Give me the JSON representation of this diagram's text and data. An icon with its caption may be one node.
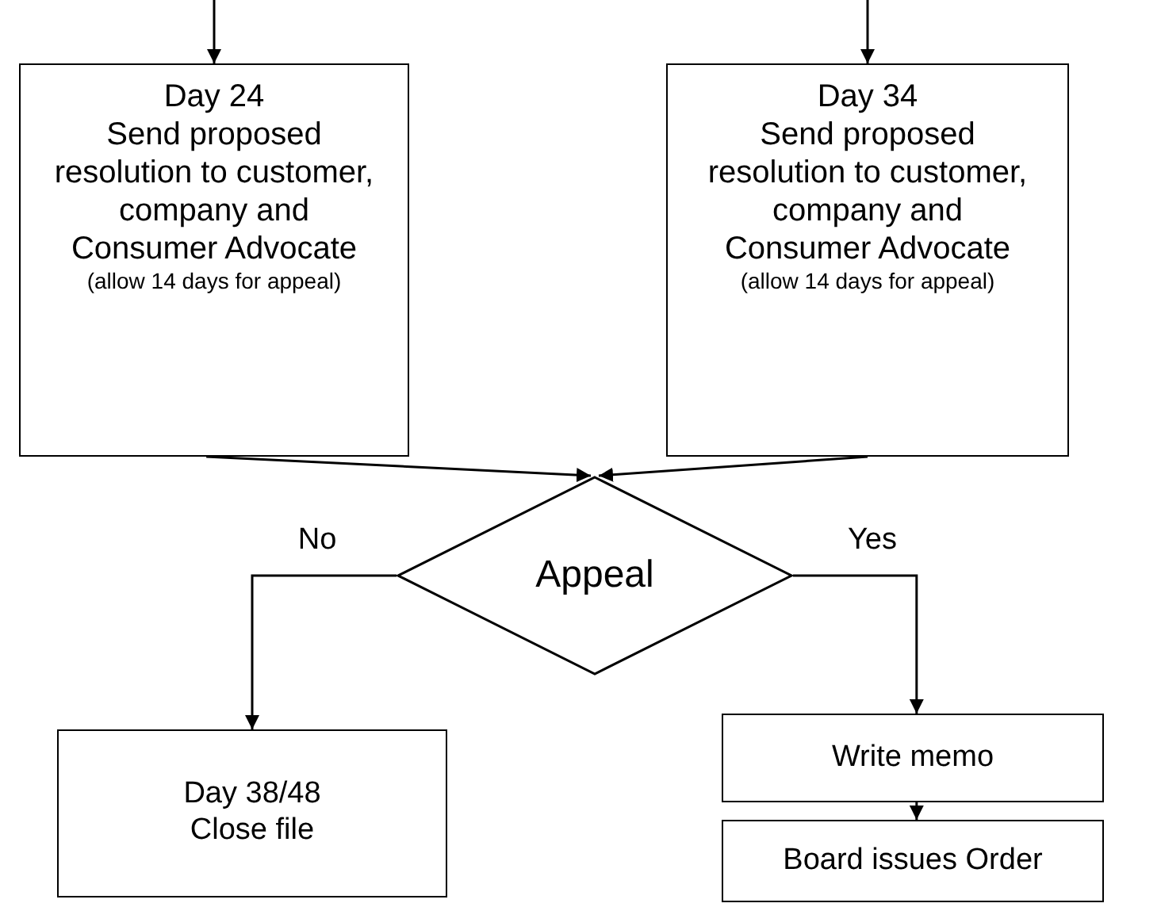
{
  "diagram": {
    "nodes": [
      {
        "text": [
          "Day 24",
          "Send proposed resolution to customer, company and Consumer Advocate",
          "(allow 14 days for appeal)"
        ]
      },
      {
        "text": [
          "Day 34",
          "Send proposed resolution to customer, company and Consumer Advocate",
          "(allow 14 days for appeal)"
        ]
      },
      {
        "text": [
          "Appeal"
        ]
      },
      {
        "text": [
          "Day 38/48",
          "Close file"
        ]
      },
      {
        "text": [
          "Write memo"
        ]
      },
      {
        "text": [
          "Board issues Order"
        ]
      }
    ],
    "edges": [
      {
        "from": null,
        "to": 0,
        "arrow": "to"
      },
      {
        "from": null,
        "to": 1,
        "arrow": "to"
      },
      {
        "from": 0,
        "to": 2,
        "arrow": "to"
      },
      {
        "from": 1,
        "to": 2,
        "arrow": "to"
      },
      {
        "from": 2,
        "to": 3,
        "arrow": "to",
        "label": "No"
      },
      {
        "from": 2,
        "to": 4,
        "arrow": "to",
        "label": "Yes"
      },
      {
        "from": 4,
        "to": 5,
        "arrow": "to"
      }
    ]
  }
}
